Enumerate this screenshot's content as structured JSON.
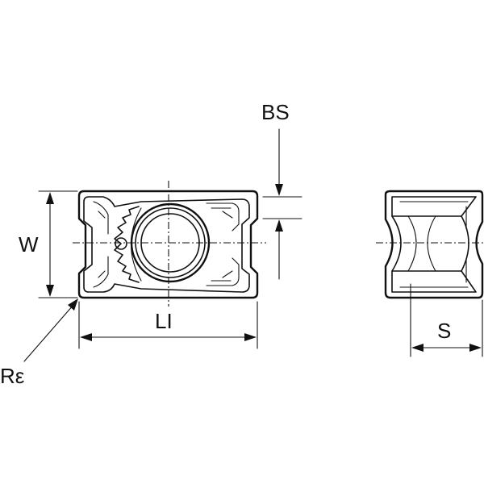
{
  "labels": {
    "bs": "BS",
    "w": "W",
    "li": "LI",
    "r_epsilon": "Rε",
    "s": "S"
  },
  "colors": {
    "line": "#111111",
    "background": "#ffffff"
  }
}
